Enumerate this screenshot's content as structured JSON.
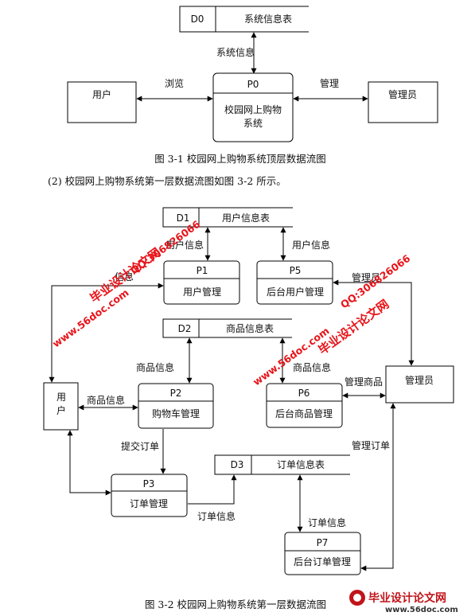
{
  "diagram1": {
    "datastore_id": "D0",
    "datastore_label": "系统信息表",
    "flow_system_info": "系统信息",
    "process_id": "P0",
    "process_line1": "校园网上购物",
    "process_line2": "系统",
    "user_label": "用户",
    "admin_label": "管理员",
    "flow_browse": "浏览",
    "flow_manage": "管理",
    "caption": "图 3-1  校园网上购物系统顶层数据流图"
  },
  "intro_text": "(2) 校园网上购物系统第一层数据流图如图 3-2 所示。",
  "diagram2": {
    "d1_id": "D1",
    "d1_label": "用户信息表",
    "d2_id": "D2",
    "d2_label": "商品信息表",
    "d3_id": "D3",
    "d3_label": "订单信息表",
    "p1_id": "P1",
    "p1_label": "用户管理",
    "p5_id": "P5",
    "p5_label": "后台用户管理",
    "p2_id": "P2",
    "p2_label": "购物车管理",
    "p6_id": "P6",
    "p6_label": "后台商品管理",
    "p3_id": "P3",
    "p3_label": "订单管理",
    "p7_id": "P7",
    "p7_label": "后台订单管理",
    "user_line1": "用",
    "user_line2": "户",
    "admin_label": "管理员",
    "flow_user_info_left": "用户信息",
    "flow_user_info_right": "用户信息",
    "flow_info_left": "信息",
    "flow_admin_top": "管理员",
    "flow_goods_info_d2": "商品信息",
    "flow_goods_info_p6": "商品信息",
    "flow_manage_goods": "管理商品",
    "flow_goods_info_user": "商品信息",
    "flow_submit_order": "提交订单",
    "flow_manage_order": "管理订单",
    "flow_order_info_p3": "订单信息",
    "flow_order_info_p7": "订单信息",
    "caption": "图 3-2  校园网上购物系统第一层数据流图"
  },
  "watermarks": {
    "site_a": "毕业设计论文网",
    "qq_a": "QQ:306826066",
    "url_a": "www.56doc.com",
    "site_b": "毕业设计论文网",
    "qq_b": "QQ:306826066",
    "url_b": "www.56doc.com",
    "logo_text": "毕业设计论文网",
    "logo_url": "www.56doc.com"
  },
  "colors": {
    "watermark": "#e8141a",
    "line": "#000000"
  }
}
